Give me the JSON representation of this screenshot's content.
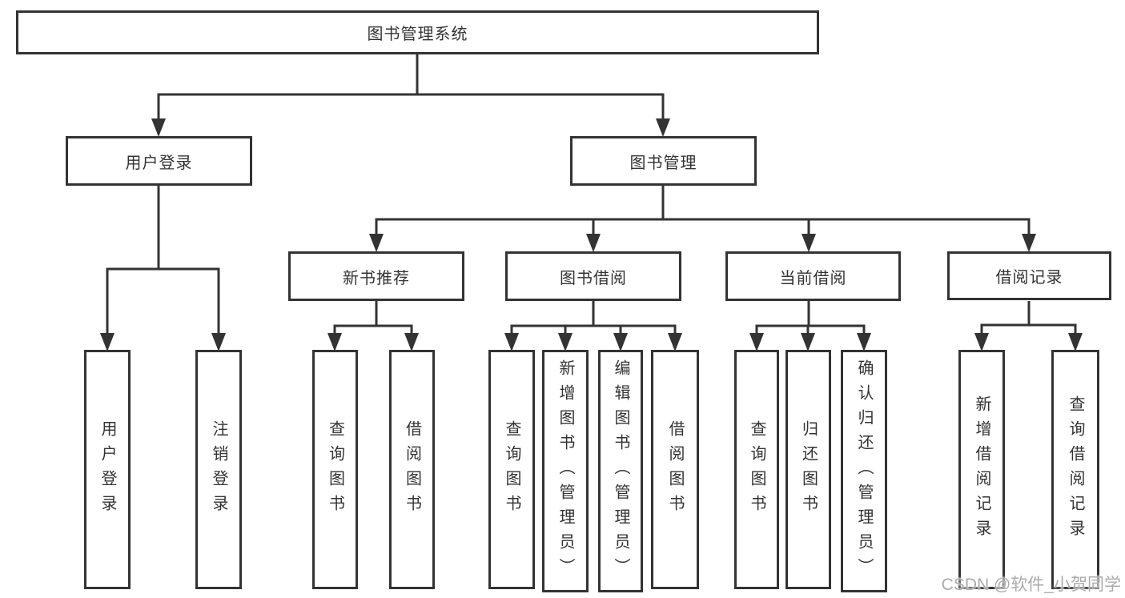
{
  "diagram": {
    "type": "hierarchy-tree",
    "tree": {
      "root": {
        "label": "图书管理系统"
      },
      "children": [
        {
          "label": "用户登录",
          "children": [
            {
              "label": "用户登录"
            },
            {
              "label": "注销登录"
            }
          ]
        },
        {
          "label": "图书管理",
          "children": [
            {
              "label": "新书推荐",
              "children": [
                {
                  "label": "查询图书"
                },
                {
                  "label": "借阅图书"
                }
              ]
            },
            {
              "label": "图书借阅",
              "children": [
                {
                  "label": "查询图书"
                },
                {
                  "label": "新增图书（管理员）"
                },
                {
                  "label": "编辑图书（管理员）"
                },
                {
                  "label": "借阅图书"
                }
              ]
            },
            {
              "label": "当前借阅",
              "children": [
                {
                  "label": "查询图书"
                },
                {
                  "label": "归还图书"
                },
                {
                  "label": "确认归还（管理员）"
                }
              ]
            },
            {
              "label": "借阅记录",
              "children": [
                {
                  "label": "新增借阅记录"
                },
                {
                  "label": "查询借阅记录"
                }
              ]
            }
          ]
        }
      ]
    },
    "colors": {
      "line": "#333333",
      "box_border": "#333333",
      "text": "#333333",
      "background": "#ffffff",
      "watermark": "#ababab"
    }
  },
  "watermark": {
    "text": "CSDN @软件_小贺同学"
  }
}
